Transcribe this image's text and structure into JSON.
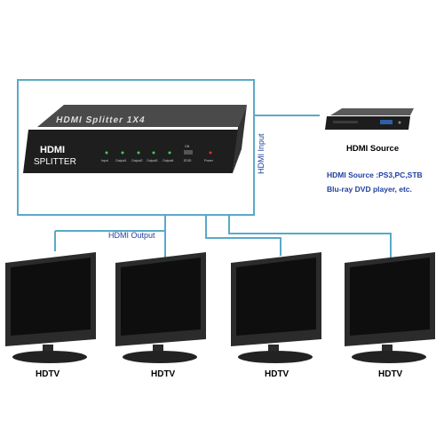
{
  "splitter": {
    "brand_line1": "HDMI",
    "brand_line2": "SPLITTER",
    "title": "HDMI Splitter 1X4",
    "ports": [
      "Input",
      "Output1",
      "Output2",
      "Output3",
      "Output4",
      "EDID",
      "Power"
    ],
    "edid_switch": "ON"
  },
  "labels": {
    "hdmi_input": "HDMI Input",
    "hdmi_output": "HDMI Output",
    "source_name": "HDMI Source",
    "source_desc_line1": "HDMI Source :PS3,PC,STB",
    "source_desc_line2": "Blu-ray DVD player, etc."
  },
  "tvs": [
    {
      "label": "HDTV"
    },
    {
      "label": "HDTV"
    },
    {
      "label": "HDTV"
    },
    {
      "label": "HDTV"
    }
  ],
  "colors": {
    "connector": "#5aa9c8",
    "label_blue": "#1f3f9f",
    "device_dark": "#2b2b2b",
    "screen": "#0e0e0e"
  }
}
